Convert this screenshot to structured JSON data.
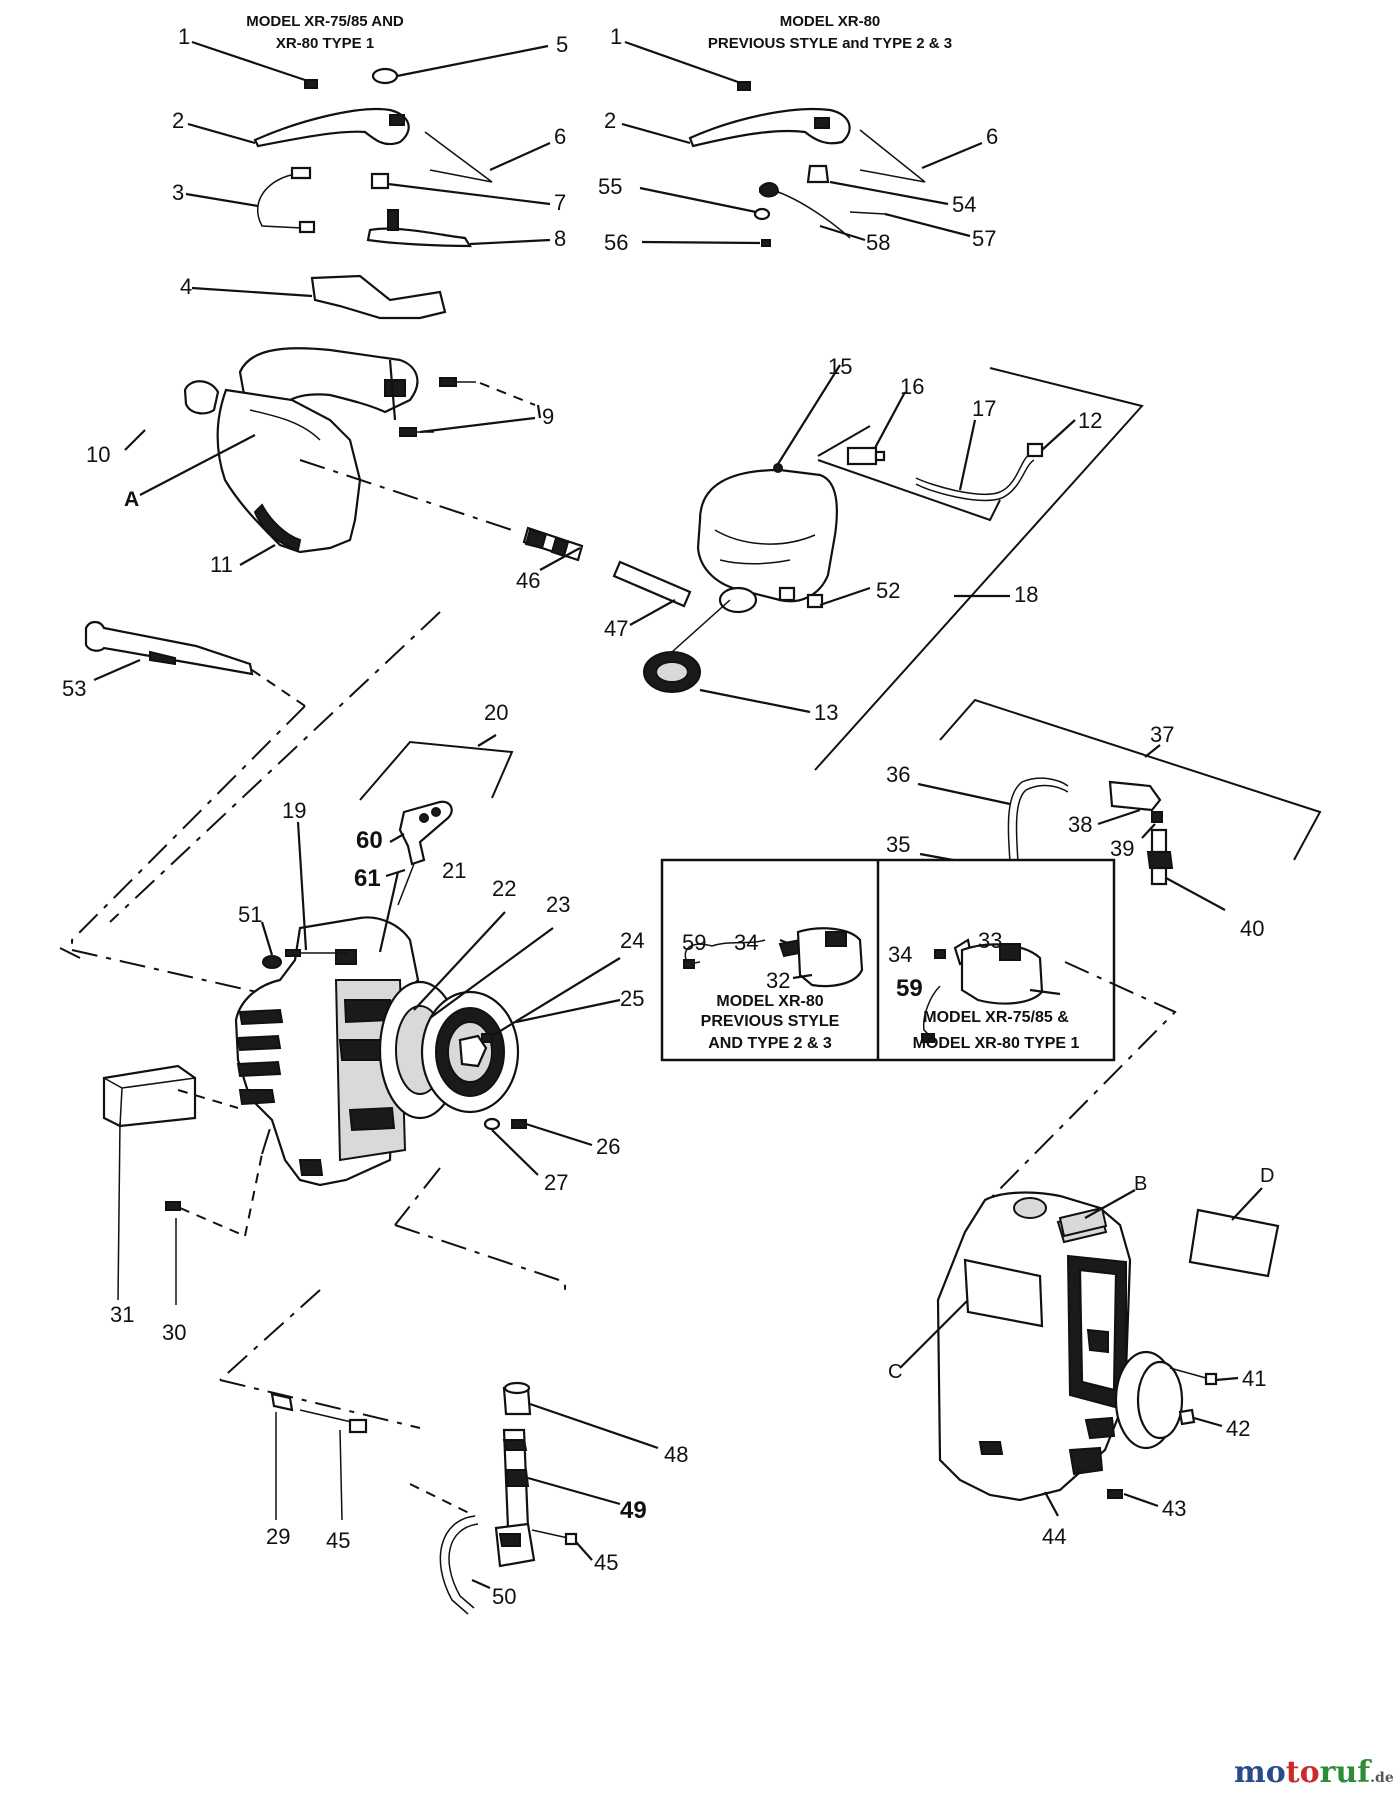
{
  "headers": {
    "left_line1": "MODEL XR-75/85 AND",
    "left_line2": "XR-80  TYPE 1",
    "right_line1": "MODEL XR-80",
    "right_line2": "PREVIOUS STYLE and TYPE 2 & 3"
  },
  "inset_left": {
    "line1": "MODEL XR-80",
    "line2": "PREVIOUS STYLE",
    "line3": "AND TYPE 2 & 3"
  },
  "inset_right": {
    "line1": "MODEL XR-75/85 &",
    "line2": "MODEL XR-80 TYPE 1"
  },
  "callouts": {
    "c1a": "1",
    "c1b": "1",
    "c2a": "2",
    "c2b": "2",
    "c3": "3",
    "c4": "4",
    "c5": "5",
    "c6a": "6",
    "c6b": "6",
    "c7": "7",
    "c8": "8",
    "c9": "9",
    "c10": "10",
    "c11": "11",
    "c12": "12",
    "c13": "13",
    "c15": "15",
    "c16": "16",
    "c17": "17",
    "c18": "18",
    "c19": "19",
    "c20": "20",
    "c21": "21",
    "c22": "22",
    "c23": "23",
    "c24": "24",
    "c25": "25",
    "c26": "26",
    "c27": "27",
    "c29": "29",
    "c30": "30",
    "c31": "31",
    "c32": "32",
    "c33": "33",
    "c34a": "34",
    "c34b": "34",
    "c35": "35",
    "c36": "36",
    "c37": "37",
    "c38": "38",
    "c39": "39",
    "c40": "40",
    "c41": "41",
    "c42": "42",
    "c43": "43",
    "c44": "44",
    "c45a": "45",
    "c45b": "45",
    "c46": "46",
    "c47": "47",
    "c48": "48",
    "c49": "49",
    "c50": "50",
    "c51": "51",
    "c52": "52",
    "c53": "53",
    "c54": "54",
    "c55": "55",
    "c56": "56",
    "c57": "57",
    "c58": "58",
    "c59a": "59",
    "c59b": "59",
    "c60": "60",
    "c61": "61",
    "lA": "A",
    "lB": "B",
    "lC": "C",
    "lD": "D"
  },
  "watermark": {
    "mo": "mo",
    "to": "to",
    "ruf": "ruf",
    "de": ".de"
  }
}
